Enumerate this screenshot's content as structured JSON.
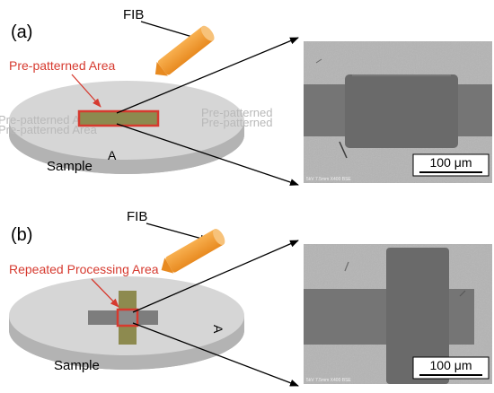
{
  "panels": [
    {
      "label": "(a)",
      "fib": "FIB",
      "area": "Pre-patterned Area",
      "sample": "Sample",
      "marker": "A",
      "ghost_left": [
        "Pre-patterned Area",
        "Pre-patterned Area"
      ],
      "ghost_right": [
        "Pre-patterned",
        "Pre-patterned"
      ],
      "micrograph": {
        "scalebar": "100 μm",
        "caption": "5kV 7.5mm X400 BSE"
      }
    },
    {
      "label": "(b)",
      "fib": "FIB",
      "area": "Repeated Processing Area",
      "sample": "Sample",
      "marker": "A",
      "micrograph": {
        "scalebar": "100 μm",
        "caption": "5kV 7.5mm X400 BSE"
      }
    }
  ],
  "colors": {
    "disk_top": "#d6d6d6",
    "disk_side": "#b3b3b3",
    "fib_beam": "#f4a03a",
    "fib_cap": "#f7c27a",
    "pattern_fill": "#8d8a4f",
    "callout_red": "#d63a2f",
    "arrow": "#000000",
    "micro_bg": "#b4b4b4",
    "micro_feature": "#6e6e6e"
  }
}
